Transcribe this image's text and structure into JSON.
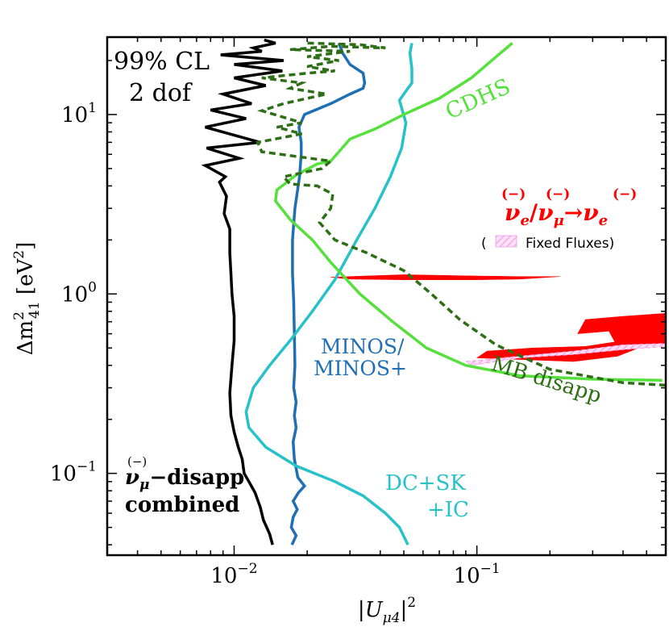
{
  "chart_data": {
    "type": "line",
    "x_scale": "log",
    "y_scale": "log",
    "xlim": [
      0.003,
      0.6
    ],
    "ylim": [
      0.035,
      27
    ],
    "xlabel": "|U_μ4|^2",
    "ylabel": "Δm²41 [eV²]",
    "x_ticks": [
      {
        "value": 0.01,
        "base": "10",
        "exp": "−2"
      },
      {
        "value": 0.1,
        "base": "10",
        "exp": "−1"
      }
    ],
    "y_ticks": [
      {
        "value": 0.1,
        "base": "10",
        "exp": "−1"
      },
      {
        "value": 1,
        "base": "10",
        "exp": "0"
      },
      {
        "value": 10,
        "base": "10",
        "exp": "1"
      }
    ],
    "series": [
      {
        "name": "combined",
        "color": "#000000",
        "style": "solid",
        "points": [
          [
            0.0144,
            0.04
          ],
          [
            0.014,
            0.046
          ],
          [
            0.0132,
            0.055
          ],
          [
            0.0128,
            0.065
          ],
          [
            0.0122,
            0.078
          ],
          [
            0.0115,
            0.09
          ],
          [
            0.011,
            0.1
          ],
          [
            0.0108,
            0.12
          ],
          [
            0.0104,
            0.14
          ],
          [
            0.01,
            0.17
          ],
          [
            0.0097,
            0.21
          ],
          [
            0.0096,
            0.28
          ],
          [
            0.0098,
            0.4
          ],
          [
            0.01,
            0.55
          ],
          [
            0.01,
            0.75
          ],
          [
            0.0098,
            1.0
          ],
          [
            0.0097,
            1.3
          ],
          [
            0.0096,
            1.7
          ],
          [
            0.0096,
            2.3
          ],
          [
            0.0091,
            2.8
          ],
          [
            0.0093,
            3.5
          ],
          [
            0.0087,
            4.2
          ],
          [
            0.0092,
            4.5
          ],
          [
            0.0076,
            5.2
          ],
          [
            0.0105,
            5.7
          ],
          [
            0.0077,
            6.5
          ],
          [
            0.0128,
            7.0
          ],
          [
            0.0076,
            8.5
          ],
          [
            0.0112,
            9.5
          ],
          [
            0.008,
            10.6
          ],
          [
            0.0118,
            11.5
          ],
          [
            0.009,
            13
          ],
          [
            0.0135,
            14.5
          ],
          [
            0.01,
            16
          ],
          [
            0.0158,
            17.5
          ],
          [
            0.01,
            19
          ],
          [
            0.016,
            20
          ],
          [
            0.0088,
            21.5
          ],
          [
            0.013,
            22.5
          ],
          [
            0.012,
            23.5
          ],
          [
            0.0148,
            25
          ],
          [
            0.0133,
            26
          ]
        ]
      },
      {
        "name": "MINOS/MINOS+",
        "color": "#1f6fb4",
        "style": "solid",
        "points": [
          [
            0.0173,
            0.04
          ],
          [
            0.018,
            0.045
          ],
          [
            0.0172,
            0.05
          ],
          [
            0.0175,
            0.057
          ],
          [
            0.0182,
            0.063
          ],
          [
            0.0175,
            0.07
          ],
          [
            0.0184,
            0.078
          ],
          [
            0.0195,
            0.085
          ],
          [
            0.0183,
            0.095
          ],
          [
            0.0177,
            0.12
          ],
          [
            0.0175,
            0.15
          ],
          [
            0.018,
            0.18
          ],
          [
            0.0177,
            0.21
          ],
          [
            0.018,
            0.25
          ],
          [
            0.0176,
            0.3
          ],
          [
            0.0178,
            0.4
          ],
          [
            0.0177,
            0.6
          ],
          [
            0.0176,
            0.9
          ],
          [
            0.0174,
            1.3
          ],
          [
            0.0174,
            2.0
          ],
          [
            0.0178,
            3.0
          ],
          [
            0.0186,
            4.5
          ],
          [
            0.0189,
            6.0
          ],
          [
            0.0189,
            7.0
          ],
          [
            0.0185,
            8.5
          ],
          [
            0.0195,
            10
          ],
          [
            0.025,
            11.5
          ],
          [
            0.03,
            13
          ],
          [
            0.034,
            14
          ],
          [
            0.0345,
            15
          ],
          [
            0.034,
            17
          ],
          [
            0.03,
            19
          ],
          [
            0.028,
            22
          ],
          [
            0.027,
            25
          ]
        ]
      },
      {
        "name": "DC+SK+IC",
        "color": "#27c2c8",
        "style": "solid",
        "points": [
          [
            0.052,
            0.04
          ],
          [
            0.048,
            0.05
          ],
          [
            0.042,
            0.06
          ],
          [
            0.034,
            0.075
          ],
          [
            0.026,
            0.09
          ],
          [
            0.018,
            0.11
          ],
          [
            0.0135,
            0.14
          ],
          [
            0.0115,
            0.18
          ],
          [
            0.0112,
            0.22
          ],
          [
            0.012,
            0.3
          ],
          [
            0.014,
            0.4
          ],
          [
            0.017,
            0.55
          ],
          [
            0.021,
            0.8
          ],
          [
            0.026,
            1.2
          ],
          [
            0.032,
            2.0
          ],
          [
            0.038,
            3.0
          ],
          [
            0.044,
            4.5
          ],
          [
            0.049,
            6.5
          ],
          [
            0.051,
            9.0
          ],
          [
            0.048,
            12
          ],
          [
            0.052,
            14
          ],
          [
            0.054,
            15
          ],
          [
            0.054,
            18
          ],
          [
            0.053,
            22
          ],
          [
            0.054,
            25
          ]
        ]
      },
      {
        "name": "CDHS",
        "color": "#55e03c",
        "style": "solid",
        "points": [
          [
            0.58,
            0.33
          ],
          [
            0.3,
            0.335
          ],
          [
            0.15,
            0.35
          ],
          [
            0.09,
            0.4
          ],
          [
            0.062,
            0.5
          ],
          [
            0.045,
            0.7
          ],
          [
            0.033,
            1.0
          ],
          [
            0.025,
            1.5
          ],
          [
            0.021,
            2.0
          ],
          [
            0.017,
            2.6
          ],
          [
            0.0148,
            3.3
          ],
          [
            0.015,
            3.8
          ],
          [
            0.018,
            4.6
          ],
          [
            0.022,
            5.3
          ],
          [
            0.025,
            5.5
          ],
          [
            0.027,
            6.2
          ],
          [
            0.03,
            7.3
          ],
          [
            0.038,
            8.3
          ],
          [
            0.05,
            10.0
          ],
          [
            0.07,
            12.3
          ],
          [
            0.095,
            16.0
          ],
          [
            0.12,
            21.0
          ],
          [
            0.14,
            25.0
          ]
        ]
      },
      {
        "name": "MB disapp",
        "color": "#2e6e16",
        "style": "dashed",
        "points": [
          [
            0.6,
            0.31
          ],
          [
            0.4,
            0.32
          ],
          [
            0.2,
            0.38
          ],
          [
            0.12,
            0.52
          ],
          [
            0.085,
            0.72
          ],
          [
            0.065,
            1.0
          ],
          [
            0.05,
            1.35
          ],
          [
            0.035,
            1.7
          ],
          [
            0.026,
            2.0
          ],
          [
            0.0225,
            2.5
          ],
          [
            0.025,
            3.0
          ],
          [
            0.0255,
            3.6
          ],
          [
            0.022,
            4.0
          ],
          [
            0.017,
            4.1
          ],
          [
            0.016,
            4.5
          ],
          [
            0.023,
            5.0
          ],
          [
            0.025,
            5.5
          ],
          [
            0.013,
            6.2
          ],
          [
            0.0125,
            7.0
          ],
          [
            0.019,
            7.8
          ],
          [
            0.015,
            8.5
          ],
          [
            0.019,
            9.0
          ],
          [
            0.013,
            10.5
          ],
          [
            0.016,
            11.5
          ],
          [
            0.024,
            13
          ],
          [
            0.017,
            14
          ],
          [
            0.019,
            15
          ],
          [
            0.013,
            16
          ],
          [
            0.02,
            17
          ],
          [
            0.026,
            17.5
          ],
          [
            0.02,
            18.5
          ],
          [
            0.027,
            20
          ],
          [
            0.02,
            21
          ],
          [
            0.026,
            22
          ],
          [
            0.03,
            22.5
          ],
          [
            0.017,
            23
          ],
          [
            0.025,
            24
          ],
          [
            0.042,
            23.5
          ],
          [
            0.033,
            24.5
          ],
          [
            0.02,
            25
          ]
        ]
      }
    ],
    "filled_regions": [
      {
        "name": "appearance-region-1",
        "color": "#ff0000",
        "points": [
          [
            0.025,
            1.24
          ],
          [
            0.05,
            1.28
          ],
          [
            0.1,
            1.26
          ],
          [
            0.15,
            1.25
          ],
          [
            0.22,
            1.25
          ],
          [
            0.15,
            1.21
          ],
          [
            0.1,
            1.2
          ],
          [
            0.05,
            1.2
          ],
          [
            0.03,
            1.21
          ]
        ]
      },
      {
        "name": "appearance-region-2",
        "color": "#ff0000",
        "points": [
          [
            0.1,
            0.44
          ],
          [
            0.25,
            0.42
          ],
          [
            0.38,
            0.45
          ],
          [
            0.5,
            0.52
          ],
          [
            0.6,
            0.53
          ],
          [
            0.6,
            0.78
          ],
          [
            0.4,
            0.75
          ],
          [
            0.28,
            0.72
          ],
          [
            0.26,
            0.6
          ],
          [
            0.35,
            0.62
          ],
          [
            0.37,
            0.54
          ],
          [
            0.28,
            0.51
          ],
          [
            0.17,
            0.5
          ],
          [
            0.11,
            0.48
          ]
        ]
      },
      {
        "name": "fixed-flux-region",
        "color": "#f0a8ea",
        "points": [
          [
            0.09,
            0.42
          ],
          [
            0.15,
            0.45
          ],
          [
            0.25,
            0.48
          ],
          [
            0.4,
            0.52
          ],
          [
            0.6,
            0.53
          ],
          [
            0.6,
            0.51
          ],
          [
            0.4,
            0.49
          ],
          [
            0.25,
            0.46
          ],
          [
            0.15,
            0.44
          ],
          [
            0.095,
            0.4
          ]
        ]
      }
    ],
    "annotations": {
      "cl_line1": "99% CL",
      "cl_line2": "2 dof",
      "cdhs_label": "CDHS",
      "minos_line1": "MINOS/",
      "minos_line2": "MINOS+",
      "dcskic_line1": "DC+SK",
      "dcskic_line2": "+IC",
      "mb_label": "MB disapp",
      "combined_line1_nu": "ν",
      "combined_line1_sub": "μ",
      "combined_line1_rest": "−disapp",
      "combined_line2": "combined",
      "appearance_nu_e": "ν",
      "appearance_sub_e": "e",
      "appearance_slash": "/",
      "appearance_nu_mu": "ν",
      "appearance_sub_mu": "μ",
      "appearance_arrow": "→",
      "appearance_nu_e2": "ν",
      "appearance_sub_e2": "e",
      "bar_symbol": "(−)",
      "fixed_fluxes_open": "(",
      "fixed_fluxes_text": "Fixed Fluxes)"
    }
  }
}
